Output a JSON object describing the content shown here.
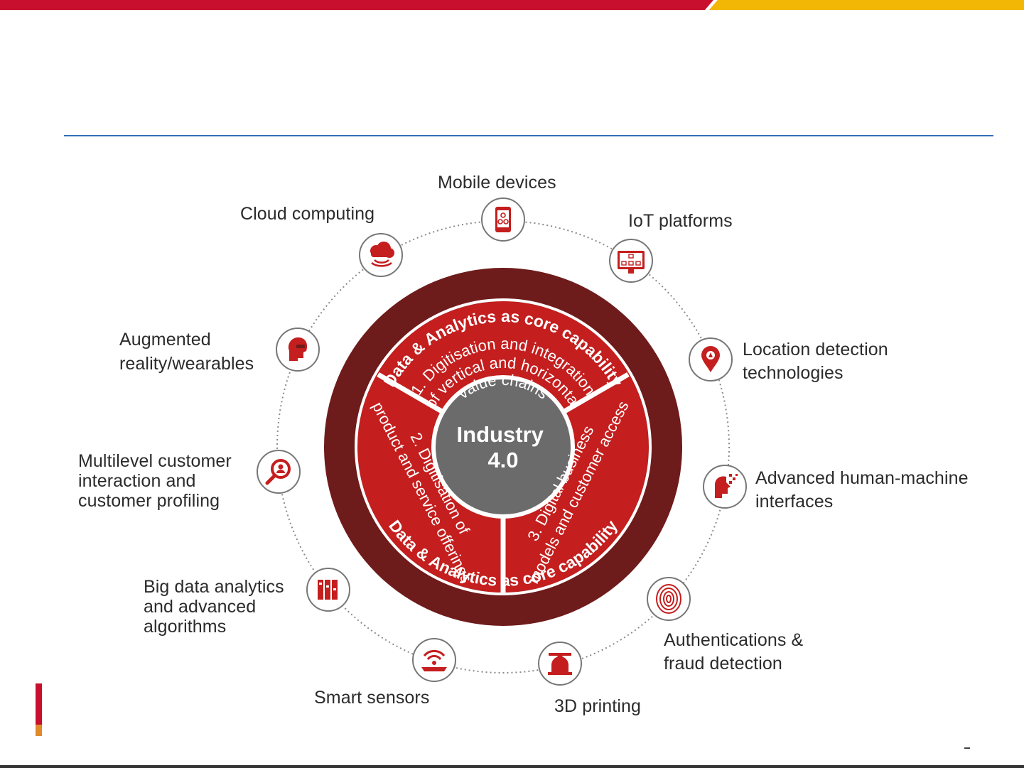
{
  "colors": {
    "top_bar_red": "#c8102e",
    "top_bar_yellow": "#f2b705",
    "rule_blue": "#2f6fb8",
    "outer_ring": "#6e1b1b",
    "inner_ring": "#c41e1e",
    "core": "#6b6b6b",
    "icon_red": "#c41e1e"
  },
  "diagram": {
    "core_title": "Industry\n4.0",
    "outer_ring_text_top": "Data & Analytics as core capability",
    "outer_ring_text_bottom": "Data & Analytics as core capability",
    "segments": [
      {
        "lines": [
          "1. Digitisation and integration",
          "of vertical and horizontal",
          "value chains"
        ]
      },
      {
        "lines": [
          "2. Digitisation of",
          "product and service offerings"
        ]
      },
      {
        "lines": [
          "3. Digital business",
          "models and customer access"
        ]
      }
    ],
    "nodes": [
      {
        "label": "Mobile devices",
        "icon": "mobile-device-icon"
      },
      {
        "label": "IoT platforms",
        "icon": "iot-platform-icon"
      },
      {
        "label": "Location detection\ntechnologies",
        "icon": "location-pin-icon"
      },
      {
        "label": "Advanced human-machine\ninterfaces",
        "icon": "human-machine-interface-icon"
      },
      {
        "label": "Authentications &\nfraud detection",
        "icon": "fingerprint-icon"
      },
      {
        "label": "3D printing",
        "icon": "3d-printer-icon"
      },
      {
        "label": "Smart sensors",
        "icon": "smart-sensor-icon"
      },
      {
        "label": "Big data analytics\nand advanced\nalgorithms",
        "icon": "big-data-icon"
      },
      {
        "label": "Multilevel customer\ninteraction and\ncustomer profiling",
        "icon": "customer-profile-icon"
      },
      {
        "label": "Augmented\nreality/wearables",
        "icon": "augmented-reality-icon"
      },
      {
        "label": "Cloud computing",
        "icon": "cloud-icon"
      }
    ]
  }
}
